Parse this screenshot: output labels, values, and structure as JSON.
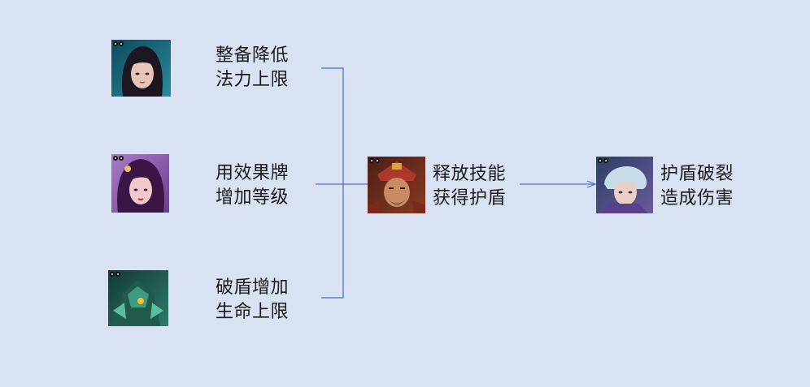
{
  "sources": [
    {
      "icon": "dark-haired-woman-portrait",
      "line1": "整备降低",
      "line2": "法力上限"
    },
    {
      "icon": "purple-haired-woman-portrait",
      "line1": "用效果牌",
      "line2": "增加等级"
    },
    {
      "icon": "green-armored-robot-portrait",
      "line1": "破盾增加",
      "line2": "生命上限"
    }
  ],
  "center": {
    "icon": "red-armored-warrior-portrait",
    "line1": "释放技能",
    "line2": "获得护盾"
  },
  "result": {
    "icon": "white-haired-fighter-portrait",
    "line1": "护盾破裂",
    "line2": "造成伤害"
  },
  "colors": {
    "background": "#d9e2f3",
    "connector": "#4472c4",
    "text": "#1a1a1a"
  }
}
